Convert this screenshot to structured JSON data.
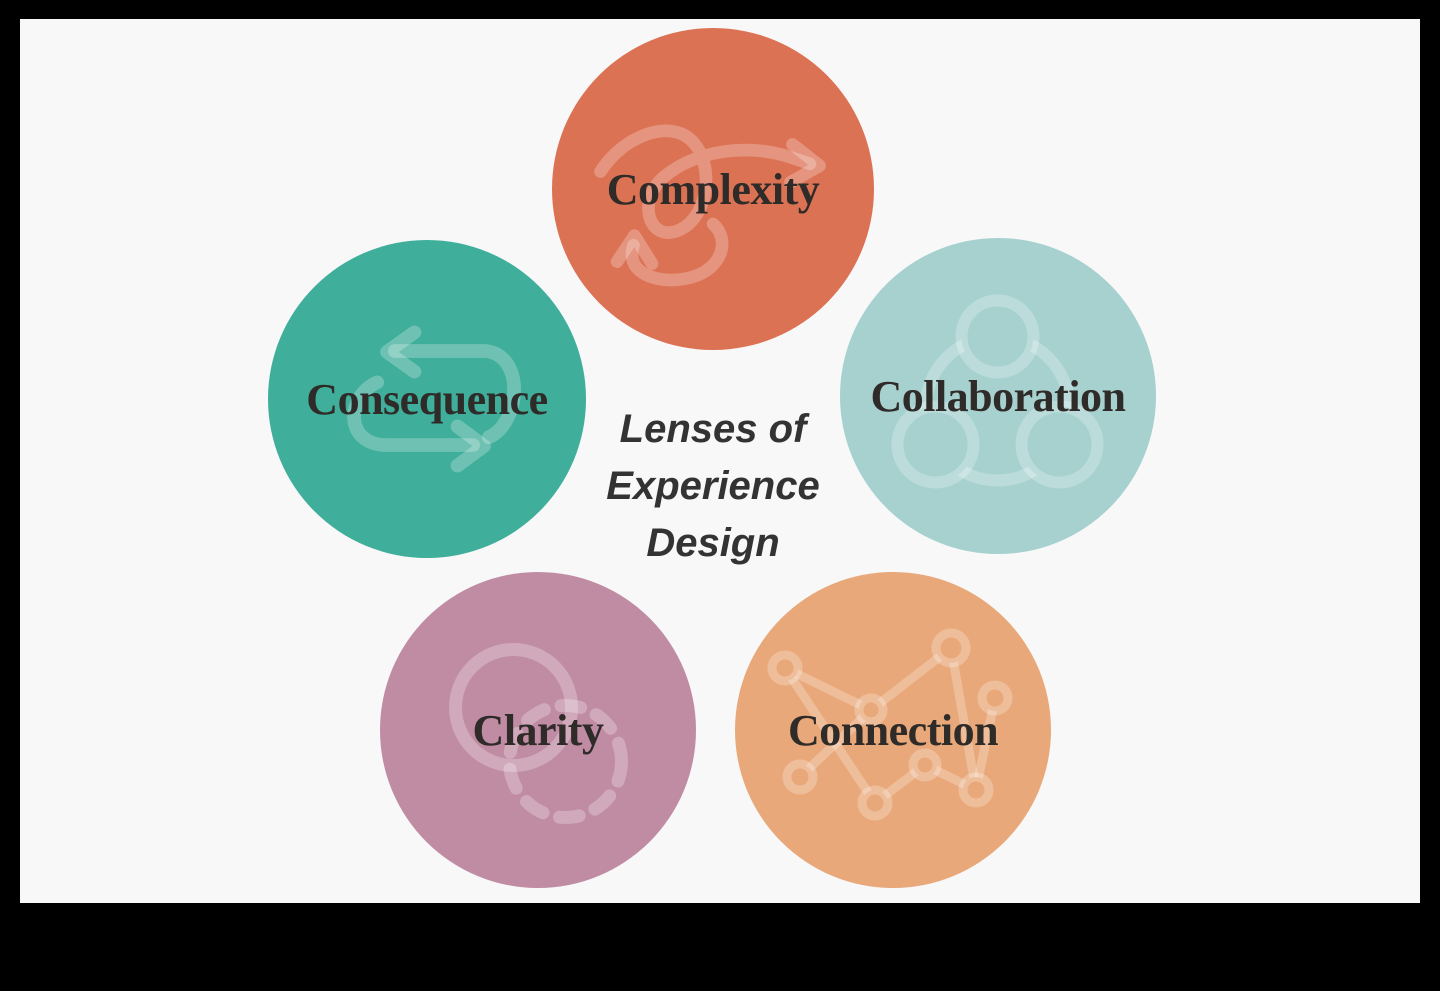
{
  "page": {
    "background_color": "#f8f8f8",
    "frame_color": "#000000",
    "label_color": "#2e2b29"
  },
  "title": {
    "text": "Lenses of Experience Design",
    "lines": [
      "Lenses of",
      "Experience",
      "Design"
    ],
    "color": "#333333"
  },
  "lenses": [
    {
      "label": "Complexity",
      "position": "top",
      "color": "#dc7254",
      "icon": "tangled-arrows-icon"
    },
    {
      "label": "Consequence",
      "position": "middle-left",
      "color": "#3fae9a",
      "icon": "cycle-arrows-icon"
    },
    {
      "label": "Collaboration",
      "position": "middle-right",
      "color": "#a6d1cf",
      "icon": "three-nodes-ring-icon"
    },
    {
      "label": "Clarity",
      "position": "bottom-left",
      "color": "#c08ca4",
      "icon": "overlapping-circles-icon"
    },
    {
      "label": "Connection",
      "position": "bottom-right",
      "color": "#e9a87a",
      "icon": "network-graph-icon"
    }
  ]
}
